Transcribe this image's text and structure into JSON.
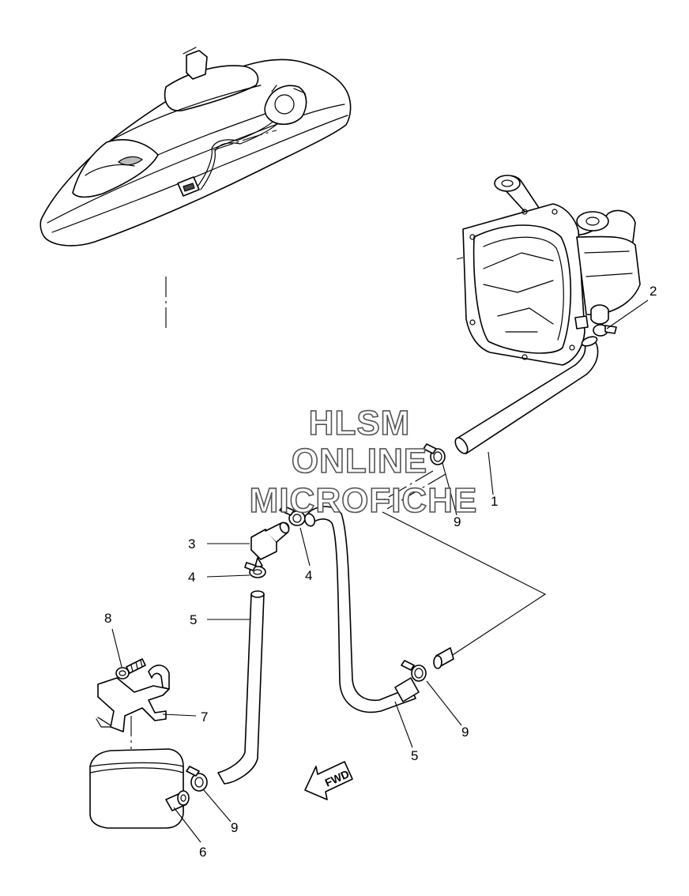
{
  "watermark": {
    "line1": "HLSM",
    "line2": "ONLINE",
    "line3": "MICROFICHE"
  },
  "fwd_label": "FWD",
  "callouts": {
    "c1": "1",
    "c2": "2",
    "c3": "3",
    "c4a": "4",
    "c4b": "4",
    "c5a": "5",
    "c5b": "5",
    "c6": "6",
    "c7": "7",
    "c8": "8",
    "c9a": "9",
    "c9b": "9",
    "c9c": "9"
  }
}
